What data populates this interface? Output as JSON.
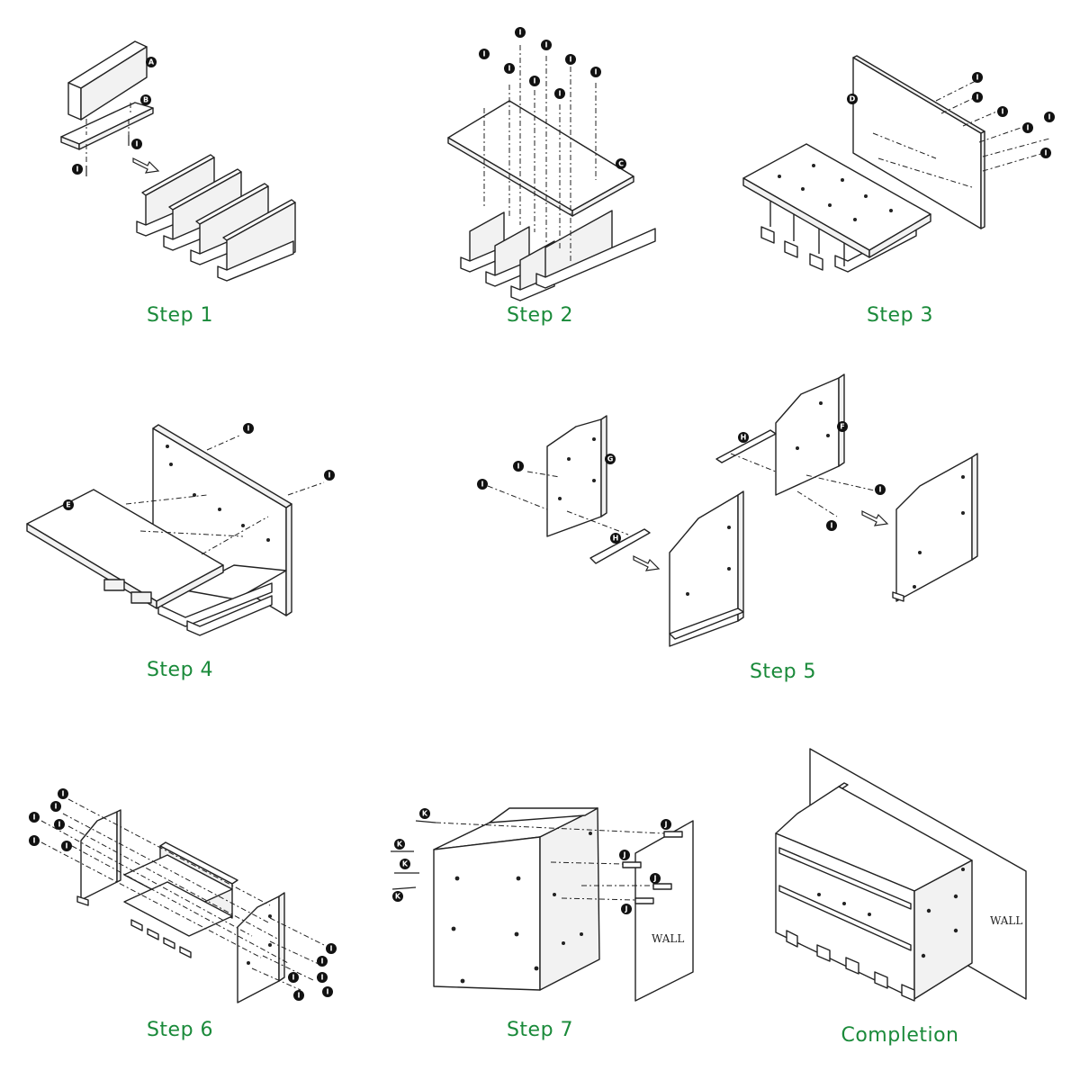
{
  "steps": [
    {
      "caption": "Step 1"
    },
    {
      "caption": "Step 2"
    },
    {
      "caption": "Step 3"
    },
    {
      "caption": "Step 4"
    },
    {
      "caption": "Step 5"
    },
    {
      "caption": "Step 6"
    },
    {
      "caption": "Step 7"
    },
    {
      "caption": "Completion"
    }
  ],
  "part_labels": {
    "a": "A",
    "b": "B",
    "c": "C",
    "d": "D",
    "e": "E",
    "f": "F",
    "g": "G",
    "h": "H",
    "i": "I",
    "j": "J",
    "k": "K"
  },
  "wall_label": "WALL",
  "colors": {
    "caption": "#1a8a3a",
    "line": "#222222"
  }
}
